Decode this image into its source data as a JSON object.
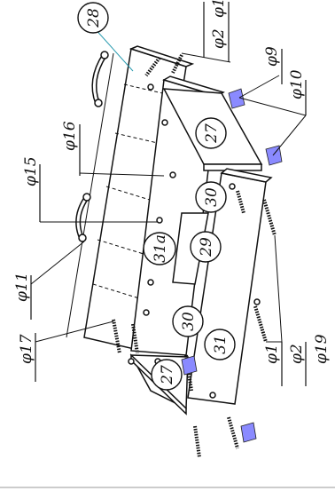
{
  "labels": {
    "p28": "28",
    "p27a": "27",
    "p27b": "27",
    "p30a": "30",
    "p30b": "30",
    "p29": "29",
    "p31a": "31a",
    "p31": "31",
    "p1_top": "φ1",
    "p2_top": "φ2",
    "p9": "φ9",
    "p10": "φ10",
    "p16": "φ16",
    "p15": "φ15",
    "p11": "φ11",
    "p17": "φ17",
    "p1_bot": "φ1",
    "p2_bot": "φ2",
    "p19": "φ19"
  },
  "colors": {
    "line": "#111111",
    "bracket": "#8a8aff",
    "leader_teal": "#2a9bb0"
  }
}
